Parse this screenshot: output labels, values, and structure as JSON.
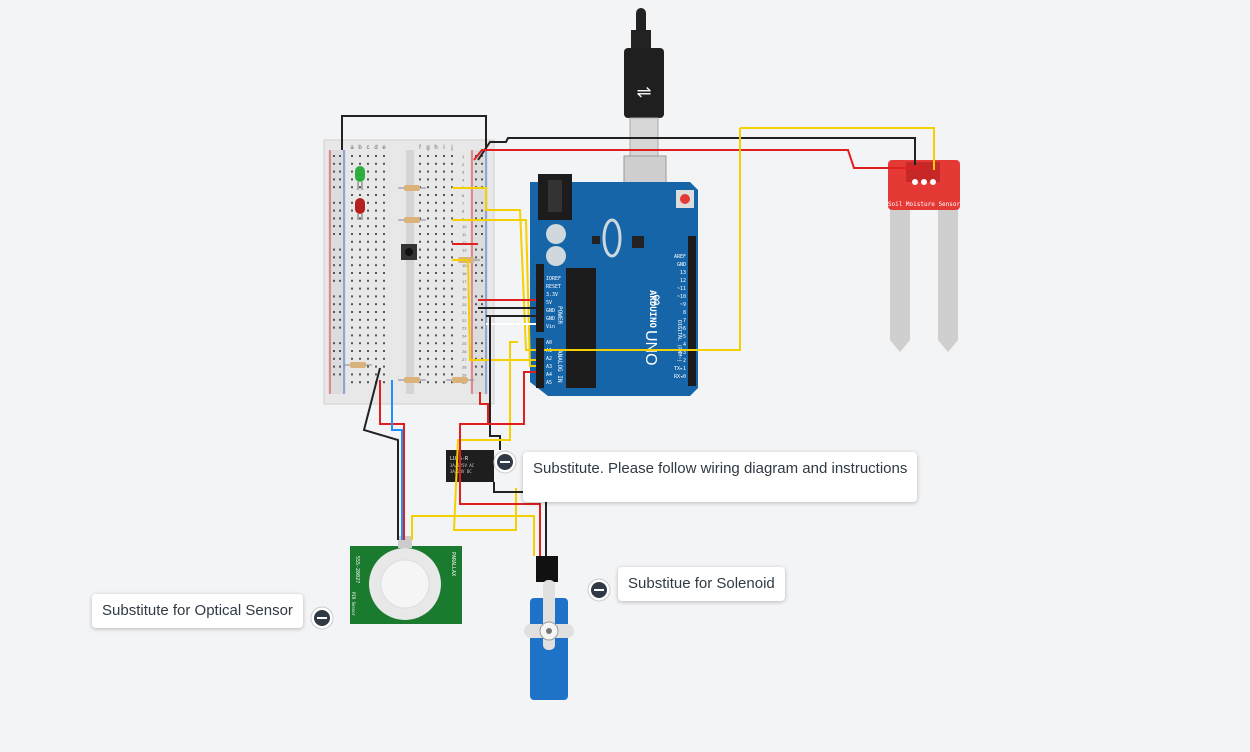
{
  "notes": [
    {
      "text": "Substitute. Please follow wiring diagram and instructions"
    },
    {
      "text": "Substitue for Solenoid"
    },
    {
      "text": "Substitute for Optical Sensor"
    }
  ],
  "breadboard": {
    "col_letters_top": [
      "a",
      "b",
      "c",
      "d",
      "e",
      "f",
      "g",
      "h",
      "i",
      "j"
    ],
    "row_numbers": [
      "1",
      "2",
      "3",
      "4",
      "5",
      "6",
      "7",
      "8",
      "9",
      "10",
      "11",
      "12",
      "13",
      "14",
      "15",
      "16",
      "17",
      "18",
      "19",
      "20",
      "21",
      "22",
      "23",
      "24",
      "25",
      "26",
      "27",
      "28",
      "29",
      "30"
    ]
  },
  "arduino": {
    "brand": "ARDUINO",
    "model": "UNO",
    "power_header": {
      "title": "POWER",
      "pins": [
        "IOREF",
        "RESET",
        "3.3V",
        "5V",
        "GND",
        "GND",
        "Vin"
      ]
    },
    "analog_header": {
      "title": "ANALOG IN",
      "pins": [
        "A0",
        "A1",
        "A2",
        "A3",
        "A4",
        "A5"
      ]
    },
    "digital_header": {
      "title": "DIGITAL (PWM~)",
      "pins": [
        "AREF",
        "GND",
        "13",
        "12",
        "~11",
        "~10",
        "~9",
        "8",
        "7",
        "~6",
        "~5",
        "4",
        "~3",
        "2",
        "TX▸1",
        "RX◂0"
      ]
    }
  },
  "relay": {
    "label": "LU-5-R",
    "rating1": "3A/125V AC",
    "rating2": "3A/24V DC"
  },
  "soil_sensor": {
    "label": "Soil Moisture Sensor"
  },
  "pir": {
    "label_left": "555-28027",
    "label_left2": "PIR Sensor",
    "label_right": "PARALLAX"
  },
  "colors": {
    "red_wire": "#e02020",
    "black_wire": "#222222",
    "yellow_wire": "#f5d000",
    "blue_wire": "#1e90ff",
    "arduino": "#1565a8",
    "sensor_red": "#e53935",
    "pir_green": "#1a7a2e",
    "servo_blue": "#1e73c8"
  }
}
